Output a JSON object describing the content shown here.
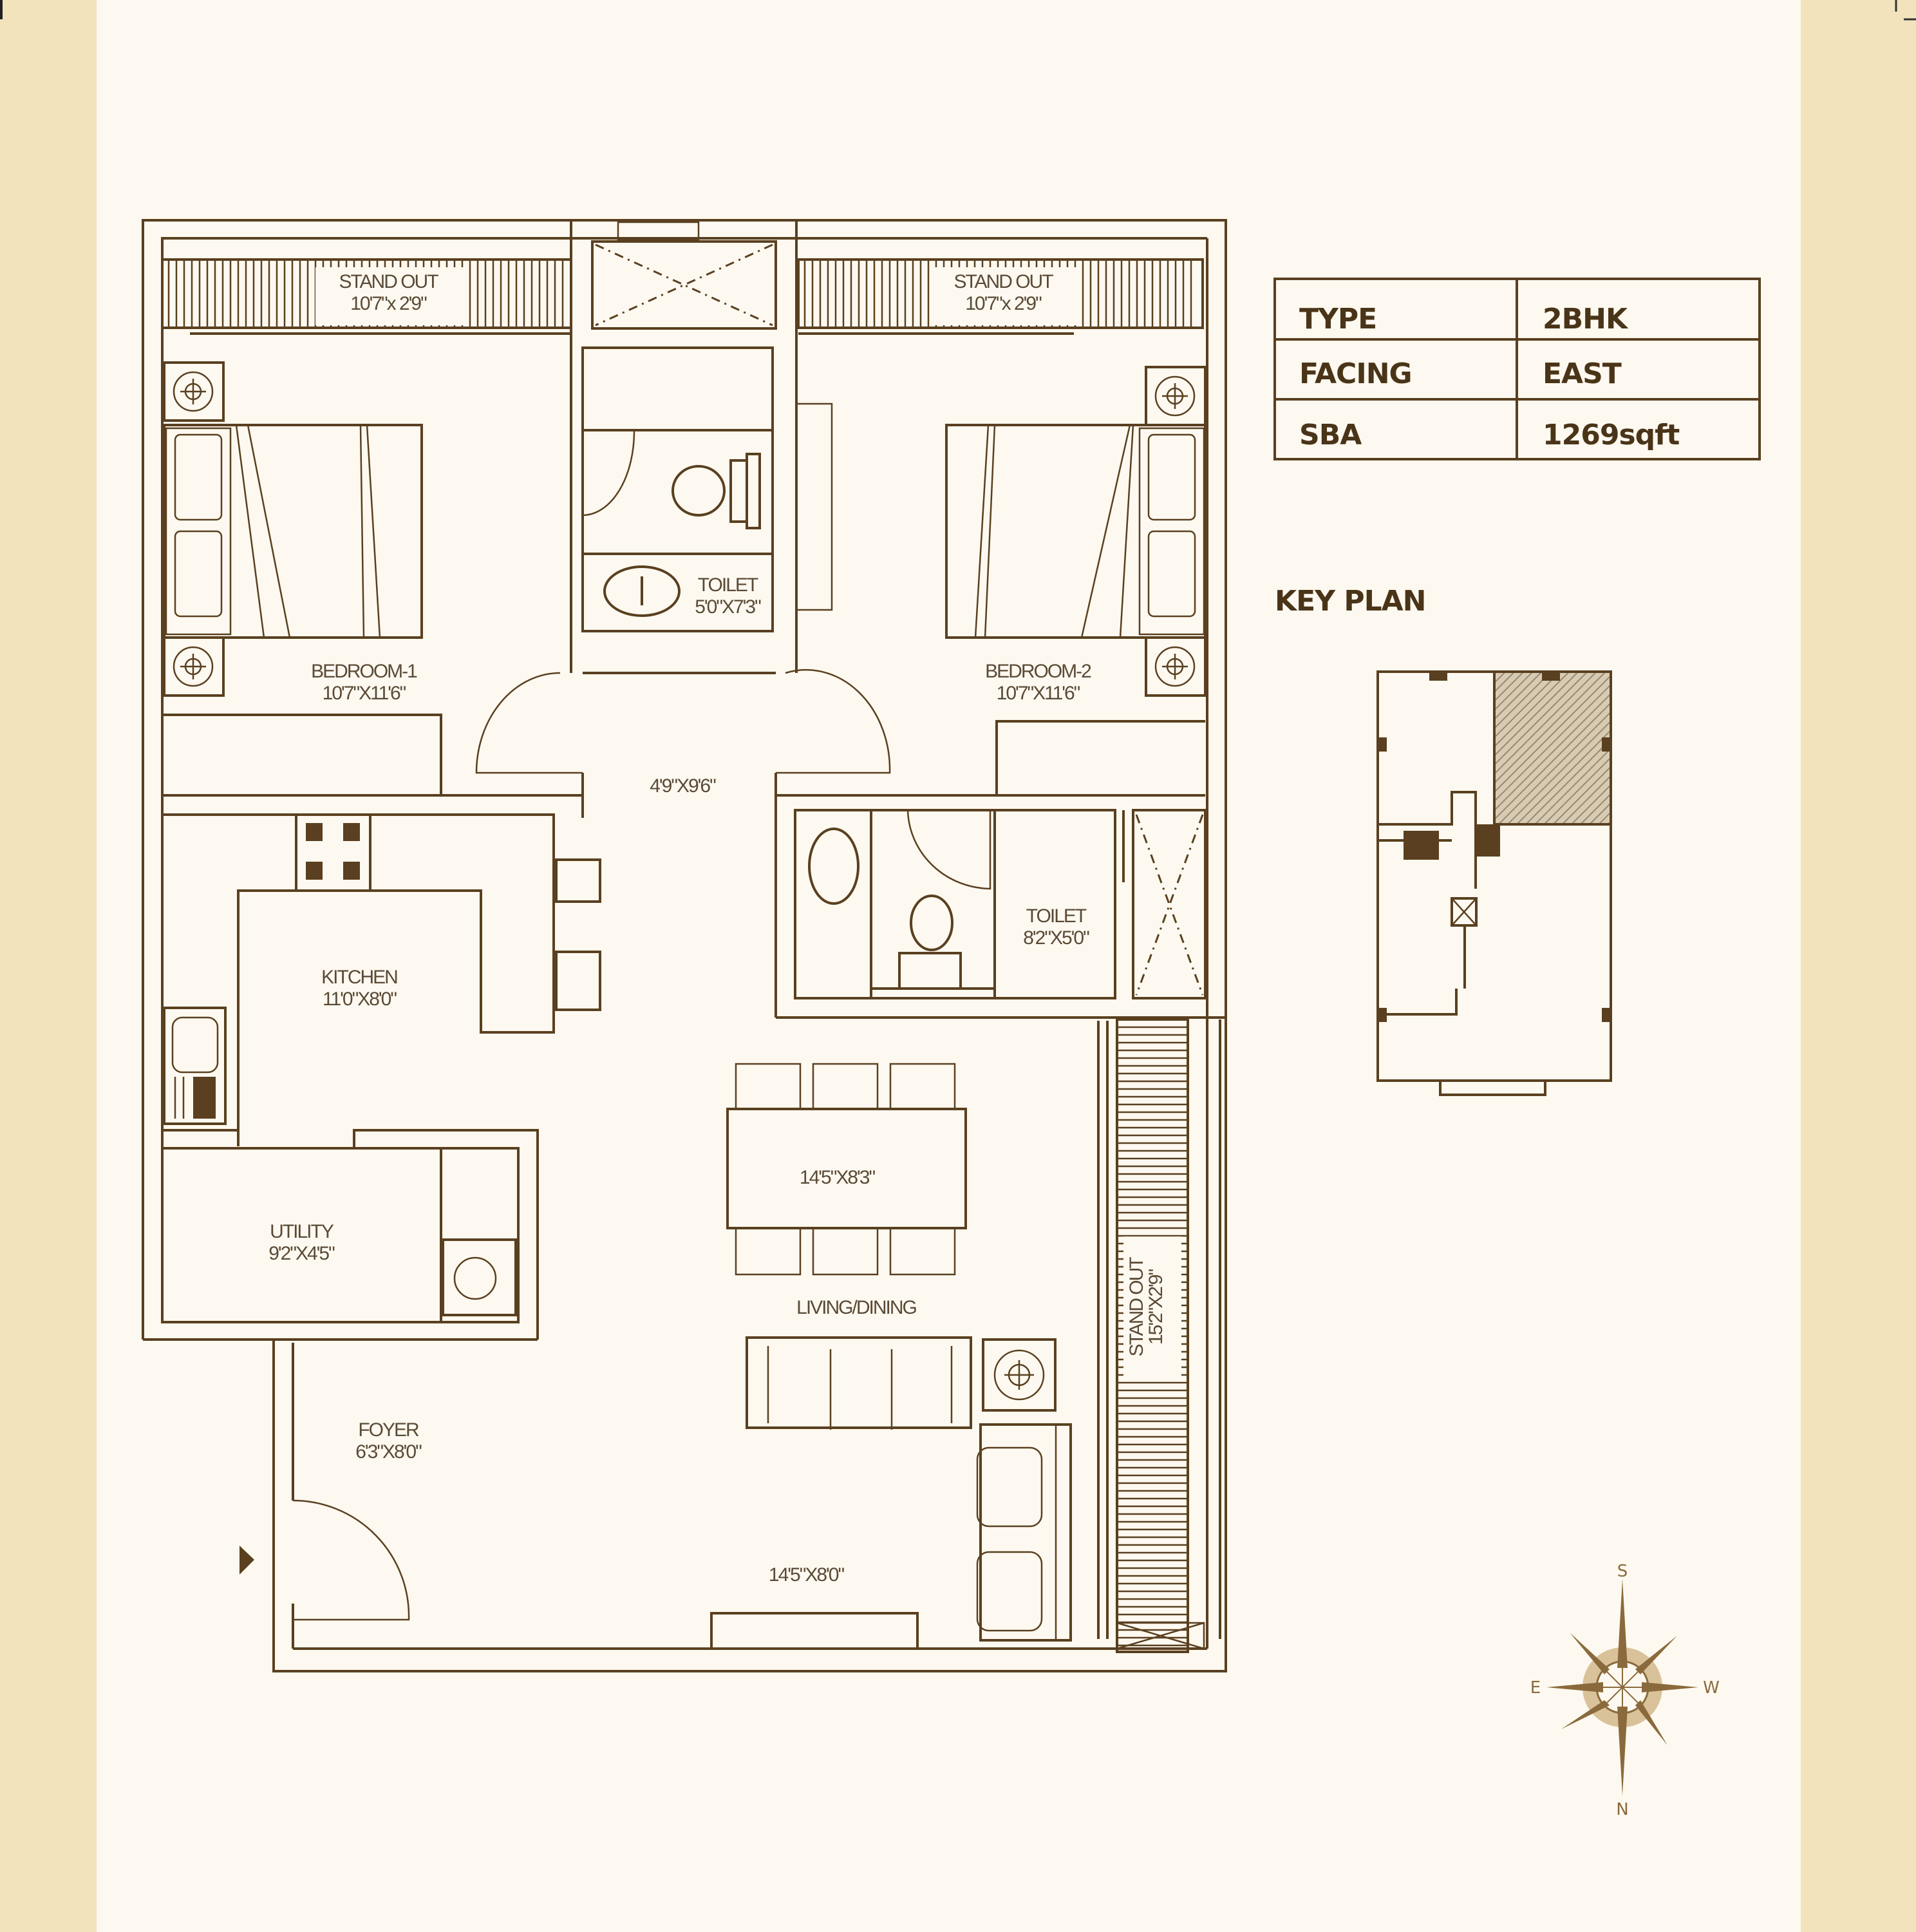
{
  "colors": {
    "border_band": "#F2E3BD",
    "paper": "#FDF9F0",
    "line": "#5A4020",
    "text": "#5A4A36",
    "table_text": "#4A3418",
    "key_plan_highlight": "#B8A58A",
    "compass": "#8A6A3C"
  },
  "info_table": {
    "rows": [
      {
        "label": "TYPE",
        "value": "2BHK"
      },
      {
        "label": "FACING",
        "value": "EAST"
      },
      {
        "label": "SBA",
        "value": "1269sqft"
      }
    ]
  },
  "key_plan": {
    "title": "KEY PLAN",
    "highlighted_unit": "top-right"
  },
  "rooms": {
    "standout_left": {
      "name": "STAND OUT",
      "size": "10'7\"x 2'9\""
    },
    "standout_right": {
      "name": "STAND OUT",
      "size": "10'7\"x 2'9\""
    },
    "standout_vertical": {
      "name": "STAND OUT",
      "size": "15'2\"X2'9\""
    },
    "toilet_1": {
      "name": "TOILET",
      "size": "5'0\"X7'3\""
    },
    "toilet_2": {
      "name": "TOILET",
      "size": "8'2\"X5'0\""
    },
    "bedroom_1": {
      "name": "BEDROOM-1",
      "size": "10'7\"X11'6\""
    },
    "bedroom_2": {
      "name": "BEDROOM-2",
      "size": "10'7\"X11'6\""
    },
    "passage": {
      "size": "4'9\"X9'6\""
    },
    "kitchen": {
      "name": "KITCHEN",
      "size": "11'0\"X8'0\""
    },
    "utility": {
      "name": "UTILITY",
      "size": "9'2\"X4'5\""
    },
    "dining": {
      "size": "14'5\"X8'3\""
    },
    "living_dining": {
      "name": "LIVING/DINING"
    },
    "living": {
      "size": "14'5\"X8'0\""
    },
    "foyer": {
      "name": "FOYER",
      "size": "6'3\"X8'0\""
    }
  },
  "compass": {
    "top": "S",
    "bottom": "N",
    "left": "E",
    "right": "W"
  }
}
